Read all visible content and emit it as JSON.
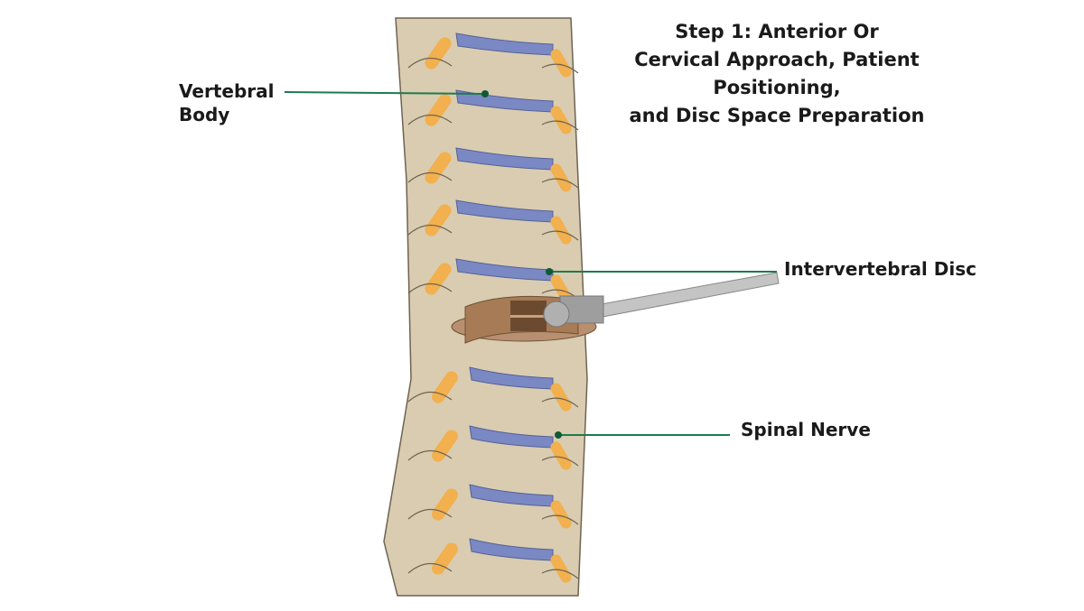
{
  "title": {
    "line1": "Step 1: Anterior Or",
    "line2": "Cervical Approach, Patient Positioning,",
    "line3": "and Disc Space Preparation"
  },
  "labels": {
    "vertebral_body_1": "Vertebral",
    "vertebral_body_2": "Body",
    "intervertebral_disc": "Intervertebral Disc",
    "spinal_nerve": "Spinal Nerve"
  },
  "colors": {
    "bone": "#d9ccb0",
    "bone_outline": "#6e6352",
    "disc": "#7a88c4",
    "nerve": "#f2b04e",
    "leader_line": "#1f7a4d",
    "implant": "#a77b55",
    "instrument": "#bdbdbd"
  }
}
